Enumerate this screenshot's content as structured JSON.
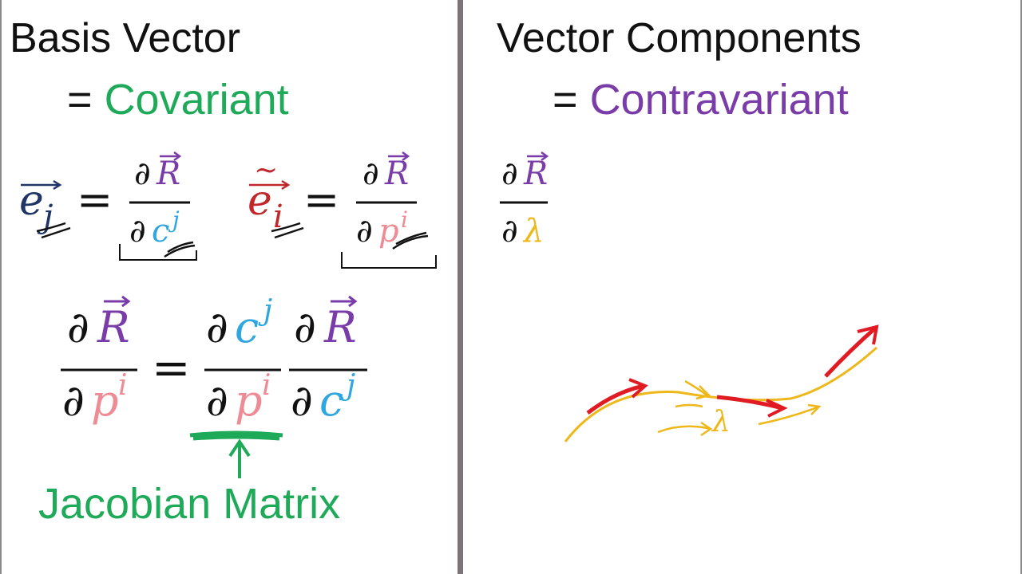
{
  "left_panel": {
    "title": "Basis Vector",
    "equals": "=",
    "subtitle": "Covariant",
    "eq1": {
      "lhs_base": "e",
      "lhs_index": "j",
      "equals": "=",
      "num_d": "∂",
      "num_var": "R",
      "den_d": "∂",
      "den_var": "c",
      "den_index": "j"
    },
    "eq2": {
      "lhs_tilde": "~",
      "lhs_base": "e",
      "lhs_index": "i",
      "equals": "=",
      "num_d": "∂",
      "num_var": "R",
      "den_d": "∂",
      "den_var": "p",
      "den_index": "i"
    },
    "chain": {
      "f1_num_d": "∂",
      "f1_num_var": "R",
      "f1_den_d": "∂",
      "f1_den_var": "p",
      "f1_den_index": "i",
      "equals": "=",
      "f2_num_d": "∂",
      "f2_num_var": "c",
      "f2_num_index": "j",
      "f2_den_d": "∂",
      "f2_den_var": "p",
      "f2_den_index": "i",
      "f3_num_d": "∂",
      "f3_num_var": "R",
      "f3_den_d": "∂",
      "f3_den_var": "c",
      "f3_den_index": "j"
    },
    "jacobian_label": "Jacobian Matrix"
  },
  "right_panel": {
    "title": "Vector Components",
    "equals": "=",
    "subtitle": "Contravariant",
    "frac": {
      "num_d": "∂",
      "num_var": "R",
      "den_d": "∂",
      "den_var": "λ"
    },
    "sketch_label": "λ"
  },
  "colors": {
    "covariant_green": "#1eaa58",
    "contravariant_purple": "#7a3ca8",
    "basis_e_navy": "#1f3566",
    "dual_e_red": "#c0282b",
    "c_blue": "#2ea6df",
    "p_pink": "#ee8b95",
    "lambda_yellow": "#eeb81a",
    "arrow_red": "#e11b23",
    "divider_gray": "#7b7479"
  }
}
